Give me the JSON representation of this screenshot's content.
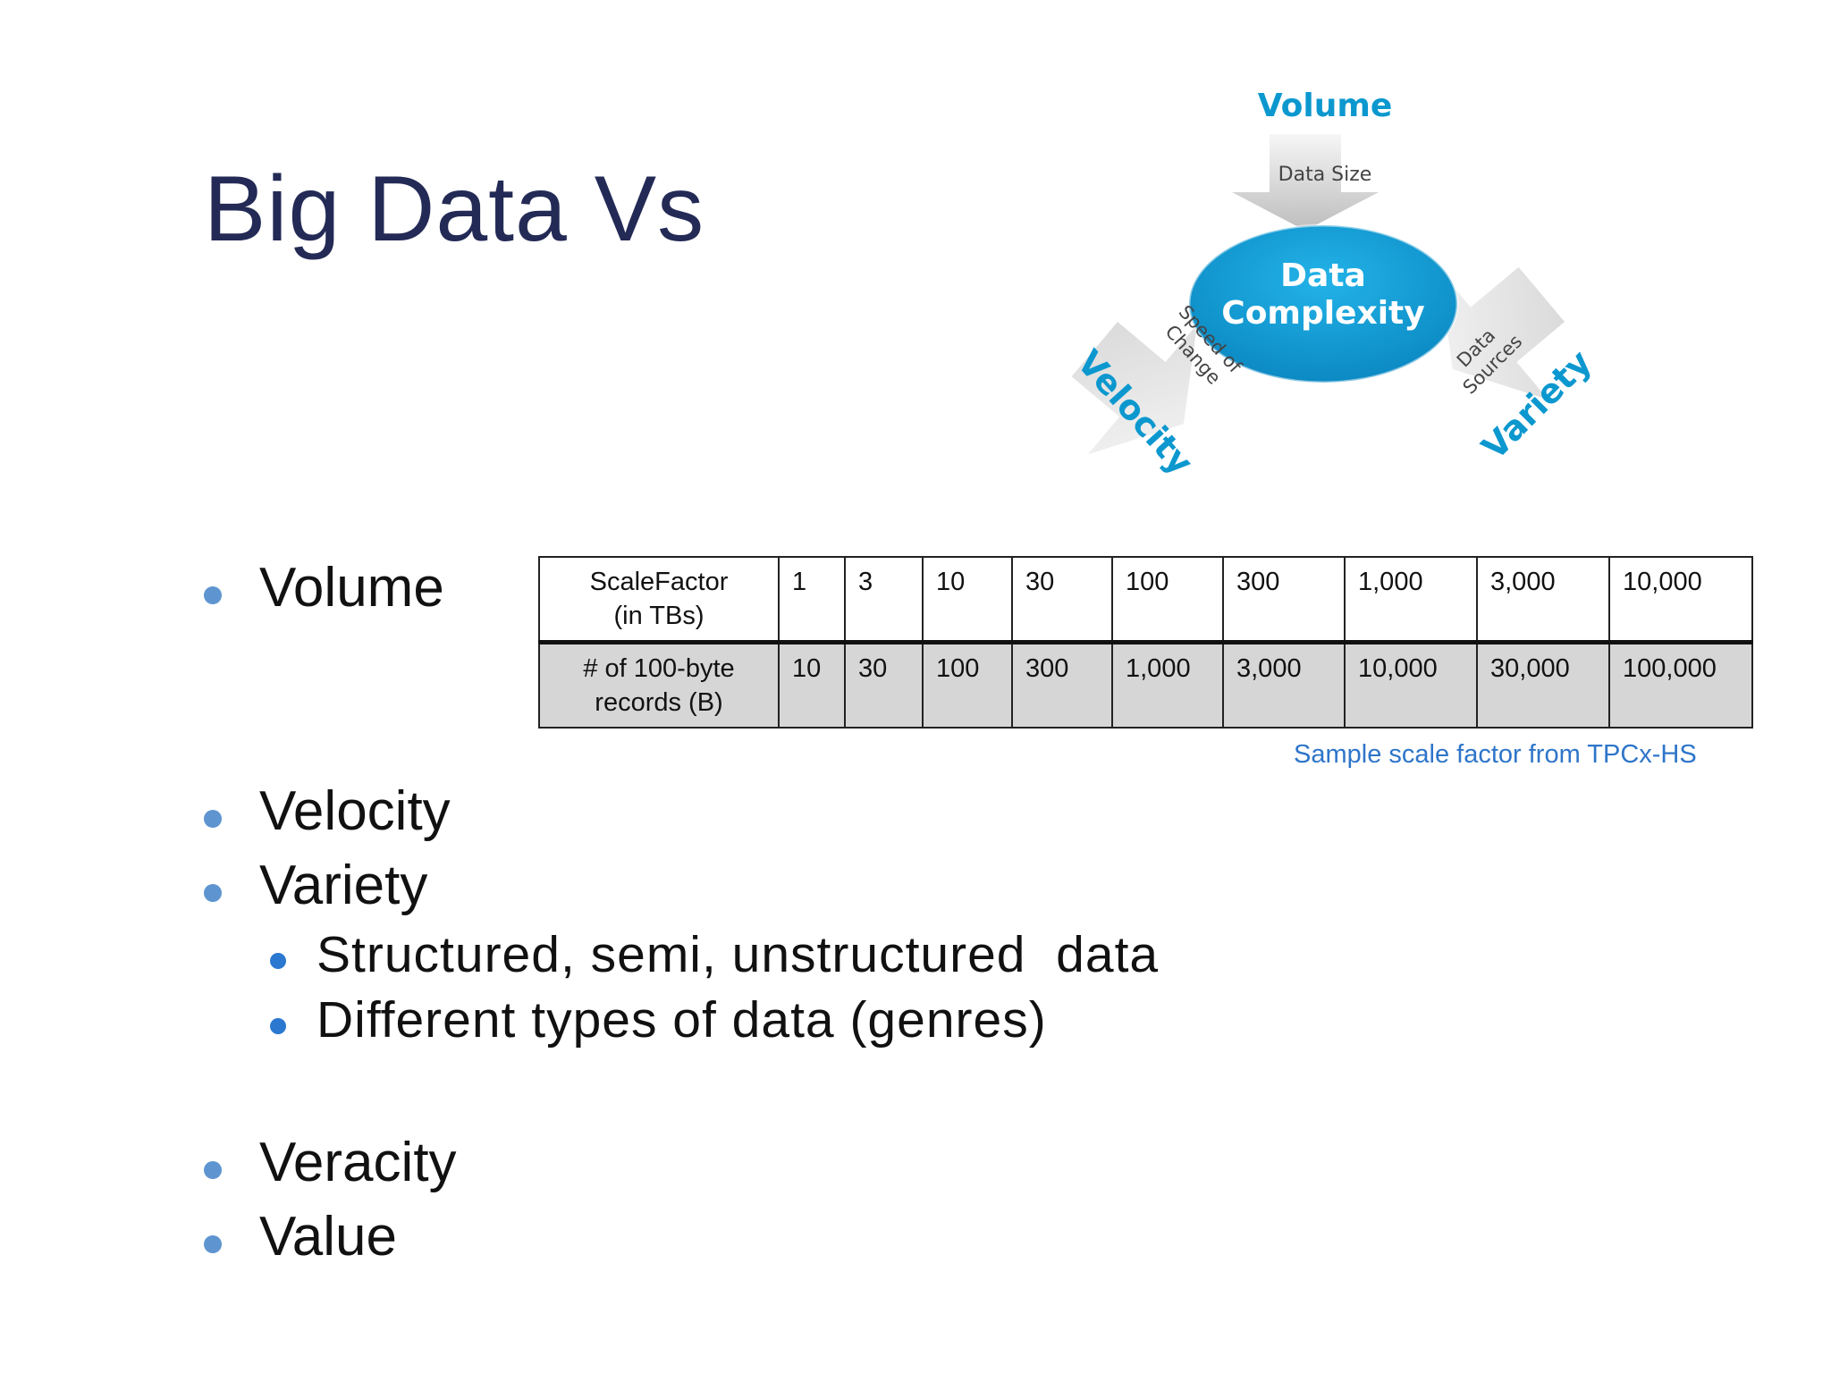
{
  "slide": {
    "title": "Big Data Vs"
  },
  "diagram": {
    "center_line1": "Data",
    "center_line2": "Complexity",
    "top_label": "Volume",
    "top_sub": "Data Size",
    "left_label": "Velocity",
    "left_sub_line1": "Speed of",
    "left_sub_line2": "Change",
    "right_label": "Variety",
    "right_sub_line1": "Data",
    "right_sub_line2": "Sources",
    "accent_color": "#0c98cf"
  },
  "bullets": {
    "volume": "Volume",
    "velocity": "Velocity",
    "variety": "Variety",
    "variety_sub1": "Structured, semi, unstructured  data",
    "variety_sub2": "Different types of data (genres)",
    "veracity": "Veracity",
    "value": "Value"
  },
  "table": {
    "row1_header_line1": "ScaleFactor",
    "row1_header_line2": "(in TBs)",
    "row1": [
      "1",
      "3",
      "10",
      "30",
      "100",
      "300",
      "1,000",
      "3,000",
      "10,000"
    ],
    "row2_header_line1": "# of 100-byte",
    "row2_header_line2": "records (B)",
    "row2": [
      "10",
      "30",
      "100",
      "300",
      "1,000",
      "3,000",
      "10,000",
      "30,000",
      "100,000"
    ]
  },
  "caption": "Sample scale factor from TPCx-HS",
  "colors": {
    "title": "#232a55",
    "bullet_level1": "#5e95d1",
    "bullet_level2": "#2b78d1",
    "caption": "#2e75c9",
    "table_row2_bg": "#d6d6d6"
  }
}
